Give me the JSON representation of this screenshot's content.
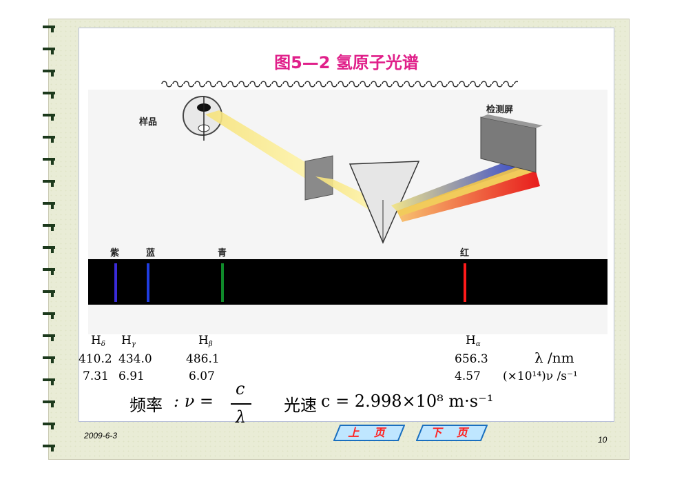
{
  "slide": {
    "title": "图5—2 氢原子光谱",
    "date": "2009-6-3",
    "page_number": "10"
  },
  "diagram": {
    "sample_label": "样品",
    "screen_label": "检测屏"
  },
  "spectrum": {
    "color_labels": [
      "紫",
      "蓝",
      "青",
      "红"
    ],
    "lines": [
      {
        "name": "H",
        "sub": "δ",
        "wavelength": "410.2",
        "frequency": "7.31",
        "color": "#3a2bd8"
      },
      {
        "name": "H",
        "sub": "γ",
        "wavelength": "434.0",
        "frequency": "6.91",
        "color": "#1f3de0"
      },
      {
        "name": "H",
        "sub": "β",
        "wavelength": "486.1",
        "frequency": "6.07",
        "color": "#0f8a2a"
      },
      {
        "name": "H",
        "sub": "α",
        "wavelength": "656.3",
        "frequency": "4.57",
        "color": "#ff1a1a"
      }
    ],
    "wavelength_unit": "λ /nm",
    "frequency_unit": "(×10¹⁴)ν /s⁻¹"
  },
  "formula": {
    "frequency_text": "频率 : ν = c / λ",
    "frequency_label": "频率",
    "speed_label": "光速",
    "speed_expr": "c = 2.998×10⁸ m·s⁻¹"
  },
  "nav": {
    "prev_label": "上 页",
    "next_label": "下 页"
  },
  "colors": {
    "title": "#e0208a",
    "nav_fill": "#bfe6ff",
    "nav_text": "#ff2020"
  }
}
